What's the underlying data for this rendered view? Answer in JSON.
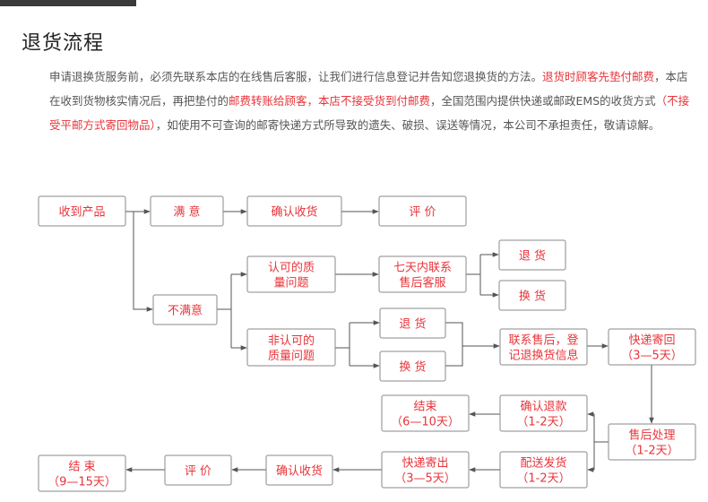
{
  "title": "退货流程",
  "intro": {
    "p1": "申请退换货服务前，必须先联系本店的在线售后客服，让我们进行信息登记并告知您退换货的方法。",
    "p1_red": "退货时顾客先垫付邮费",
    "p2": "，本店在收到货物核实情况后，再把垫付的",
    "p2_red": "邮费转账给顾客，本店不接受货到付邮费",
    "p3": "，全国范围内提供快递或邮政EMS的收货方式",
    "p3_red": "（不接受平邮方式寄回物品）",
    "p4": "，如使用不可查询的邮寄快递方式所导致的遗失、破损、误送等情况，本公司不承担责任，敬请谅解。"
  },
  "nodes": {
    "received": [
      "收到产品"
    ],
    "satisfied": [
      "满 意"
    ],
    "confirm1": [
      "确认收货"
    ],
    "review1": [
      "评 价"
    ],
    "unsatisfied": [
      "不满意"
    ],
    "quality_ok": [
      "认可的质",
      "量问题"
    ],
    "contact7": [
      "七天内联系",
      "售后客服"
    ],
    "return1": [
      "退 货"
    ],
    "exchange1": [
      "换 货"
    ],
    "quality_no": [
      "非认可的",
      "质量问题"
    ],
    "return2": [
      "退 货"
    ],
    "exchange2": [
      "换 货"
    ],
    "register": [
      "联系售后，登",
      "记退换货信息"
    ],
    "ship_back": [
      "快递寄回",
      "（3—5天）"
    ],
    "aftersale": [
      "售后处理",
      "（1-2天）"
    ],
    "refund": [
      "确认退款",
      "（1-2天）"
    ],
    "end1": [
      "结束",
      "（6—10天）"
    ],
    "deliver": [
      "配送发货",
      "（1-2天）"
    ],
    "ship_out": [
      "快递寄出",
      "（3—5天）"
    ],
    "confirm2": [
      "确认收货"
    ],
    "review2": [
      "评 价"
    ],
    "end2": [
      "结 束",
      "（9—15天）"
    ]
  }
}
